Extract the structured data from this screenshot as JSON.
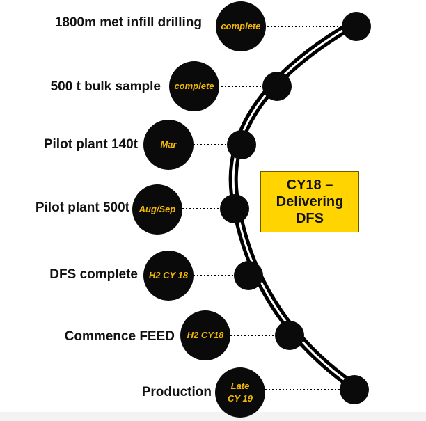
{
  "milestones": [
    {
      "label": "1800m met infill drilling",
      "status": "complete"
    },
    {
      "label": "500 t bulk sample",
      "status": "complete"
    },
    {
      "label": "Pilot plant 140t",
      "status": "Mar"
    },
    {
      "label": "Pilot plant 500t",
      "status": "Aug/Sep"
    },
    {
      "label": "DFS complete",
      "status": "H2 CY 18"
    },
    {
      "label": "Commence FEED",
      "status": "H2 CY18"
    },
    {
      "label": "Production",
      "status": "Late\nCY 19"
    }
  ],
  "callout": {
    "text": "CY18 –\nDelivering\nDFS"
  },
  "colors": {
    "accent": "#f2b705",
    "callout_bg": "#ffd400",
    "dark": "#0a0a0a"
  }
}
